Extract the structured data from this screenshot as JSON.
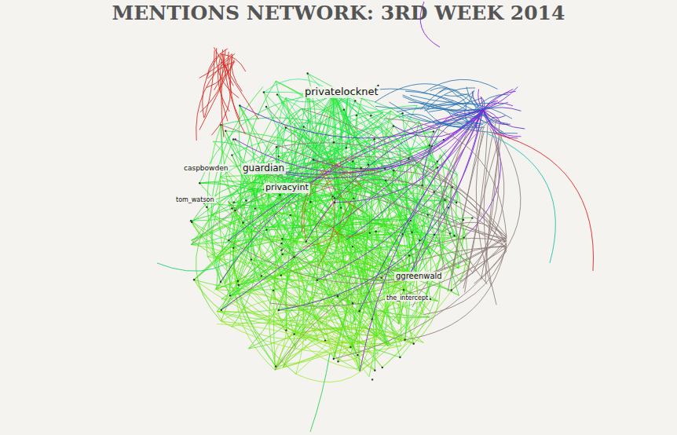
{
  "diagram": {
    "title": "MENTIONS NETWORK: 3RD WEEK 2014",
    "labels": [
      "privatelocknet",
      "guardian",
      "privacyint",
      "caspbowden",
      "tom_watson",
      "ggreenwald",
      "the_intercept"
    ]
  }
}
